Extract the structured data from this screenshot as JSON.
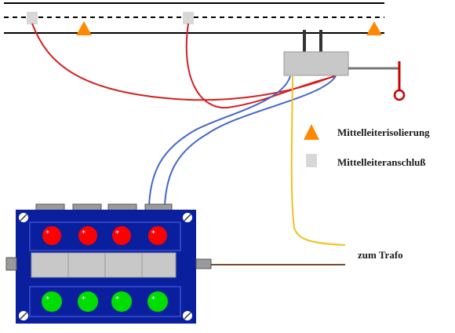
{
  "legend": {
    "isolation_label": "Mittelleiterisolierung",
    "connection_label": "Mittelleiteranschluß"
  },
  "trafo": {
    "label": "zum Trafo"
  },
  "control_panel": {
    "led_on_color": "#ff0000",
    "led_off_color": "#00cc00",
    "panel_color": "#0a1f9e",
    "button_count": 4
  },
  "colors": {
    "rail": "#000000",
    "isolation_marker": "#ff8800",
    "connection_marker": "#d8d8d8",
    "wire_red": "#d42020",
    "wire_blue": "#4466cc",
    "wire_yellow": "#f0c020",
    "wire_brown": "#7a4a2a",
    "signal_red": "#cc0000"
  }
}
